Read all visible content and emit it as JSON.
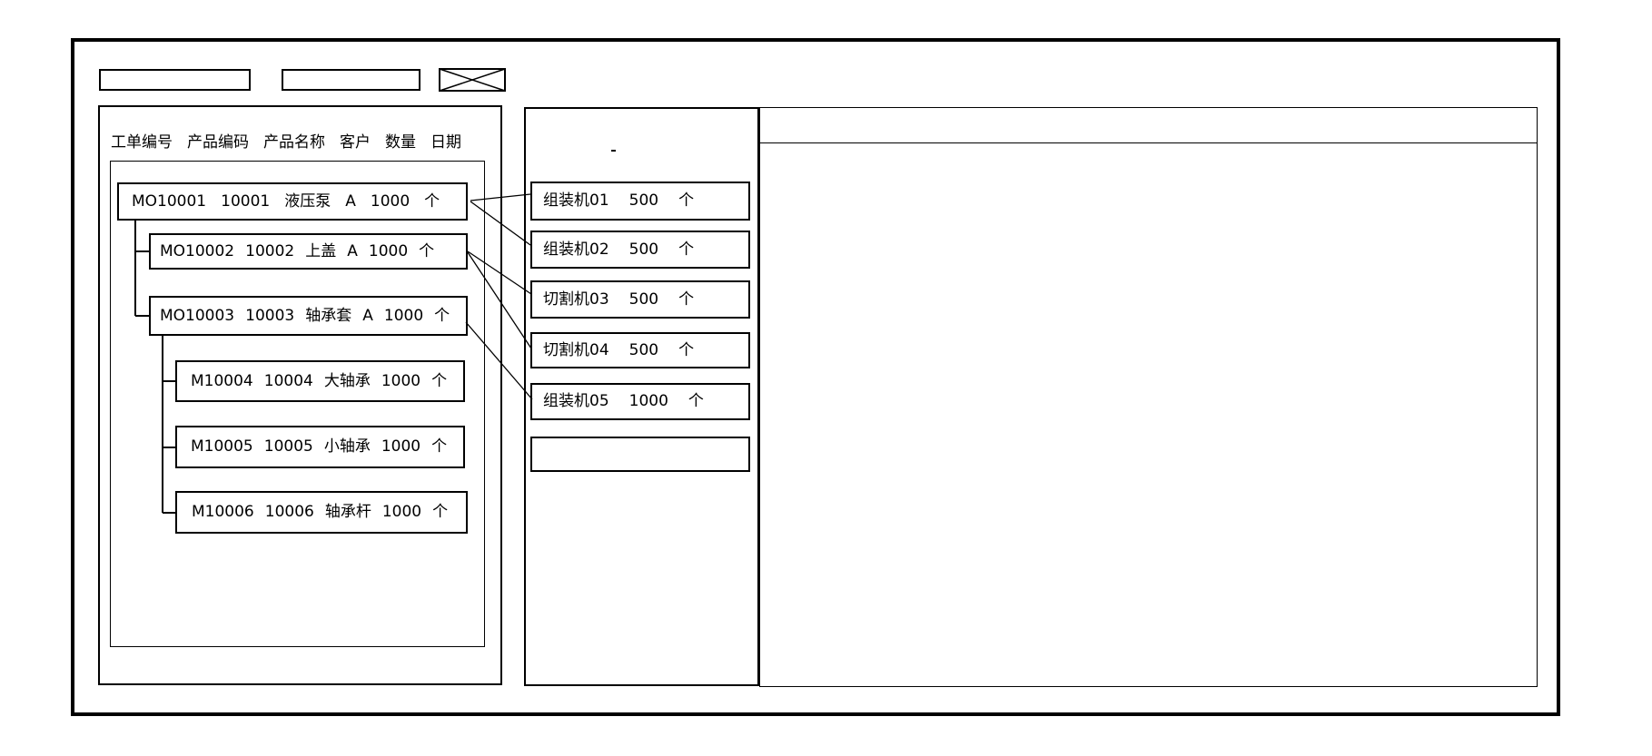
{
  "top_bar": {
    "field1": {
      "value": "",
      "placeholder": ""
    },
    "field2": {
      "value": "",
      "placeholder": ""
    }
  },
  "left_panel": {
    "columns": [
      "工单编号",
      "产品编码",
      "产品名称",
      "客户",
      "数量",
      "日期"
    ],
    "orders": [
      {
        "order_no": "MO10001",
        "product_code": "10001",
        "product_name": "液压泵",
        "customer": "A",
        "qty": "1000",
        "unit": "个"
      },
      {
        "order_no": "MO10002",
        "product_code": "10002",
        "product_name": "上盖",
        "customer": "A",
        "qty": "1000",
        "unit": "个"
      },
      {
        "order_no": "MO10003",
        "product_code": "10003",
        "product_name": "轴承套",
        "customer": "A",
        "qty": "1000",
        "unit": "个"
      },
      {
        "order_no": "M10004",
        "product_code": "10004",
        "product_name": "大轴承",
        "customer": "",
        "qty": "1000",
        "unit": "个"
      },
      {
        "order_no": "M10005",
        "product_code": "10005",
        "product_name": "小轴承",
        "customer": "",
        "qty": "1000",
        "unit": "个"
      },
      {
        "order_no": "M10006",
        "product_code": "10006",
        "product_name": "轴承杆",
        "customer": "",
        "qty": "1000",
        "unit": "个"
      }
    ]
  },
  "middle_panel": {
    "machines": [
      {
        "name": "组装机01",
        "qty": "500",
        "unit": "个"
      },
      {
        "name": "组装机02",
        "qty": "500",
        "unit": "个"
      },
      {
        "name": "切割机03",
        "qty": "500",
        "unit": "个"
      },
      {
        "name": "切割机04",
        "qty": "500",
        "unit": "个"
      },
      {
        "name": "组装机05",
        "qty": "1000",
        "unit": "个"
      },
      {
        "name": "",
        "qty": "",
        "unit": ""
      }
    ]
  },
  "right_panel": {
    "content": ""
  },
  "links": [
    {
      "from": "MO10001",
      "to": "组装机01"
    },
    {
      "from": "MO10001",
      "to": "组装机02"
    },
    {
      "from": "MO10002",
      "to": "切割机03"
    },
    {
      "from": "MO10002",
      "to": "切割机04"
    },
    {
      "from": "MO10003",
      "to": "组装机05"
    }
  ],
  "colors": {
    "line": "#000000",
    "background": "#ffffff"
  }
}
